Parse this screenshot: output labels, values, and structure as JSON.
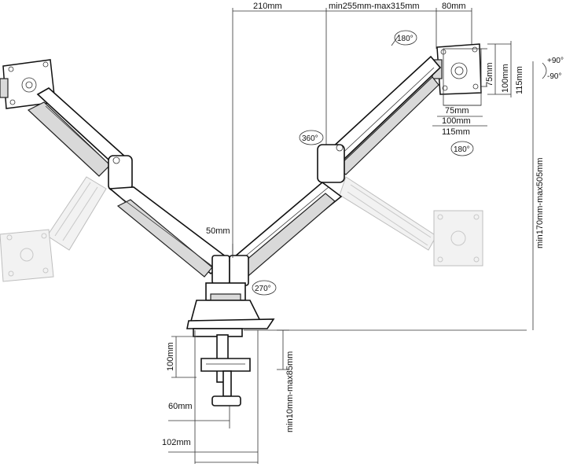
{
  "dimensions": {
    "top_left": "210mm",
    "top_mid": "min255mm-max315mm",
    "top_right": "80mm",
    "vesa_75_v": "75mm",
    "vesa_100_v": "100mm",
    "vesa_115_v": "115mm",
    "vesa_75_h": "75mm",
    "vesa_100_h": "100mm",
    "vesa_115_h": "115mm",
    "height_range": "min170mm-max505mm",
    "column_offset": "50mm",
    "clamp_height": "100mm",
    "desk_thickness": "min10mm-max85mm",
    "base_60": "60mm",
    "base_102": "102mm"
  },
  "angles": {
    "rotate_right": "180°",
    "rotate_right_lower": "180°",
    "swivel_arm": "360°",
    "swivel_base": "270°",
    "tilt_up": "+90°",
    "tilt_down": "-90°"
  }
}
